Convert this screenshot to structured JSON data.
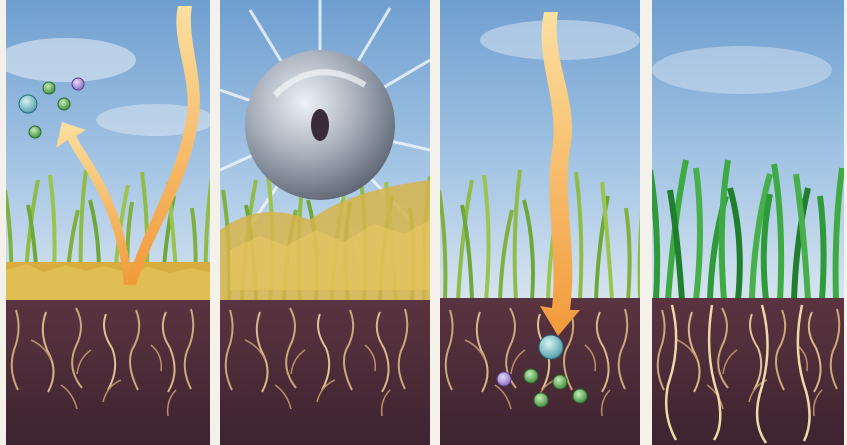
{
  "panels": [
    {
      "scene": "thatch-layer",
      "arrow": "up-and-out"
    },
    {
      "scene": "aerator-spike-ball",
      "arrow": "none"
    },
    {
      "scene": "aerated-soil",
      "arrow": "down-into-soil"
    },
    {
      "scene": "healthy-lawn",
      "arrow": "none"
    }
  ],
  "colors": {
    "sky": "#8fb6dc",
    "soil": "#4a2a2e",
    "thatch": "#d8b040",
    "arrow": "#f4a040",
    "grass": "#6fa83a",
    "healthy_grass": "#2f9a3a",
    "nutrient": "#5aa84a",
    "nutrient_alt": "#9a82c8"
  }
}
